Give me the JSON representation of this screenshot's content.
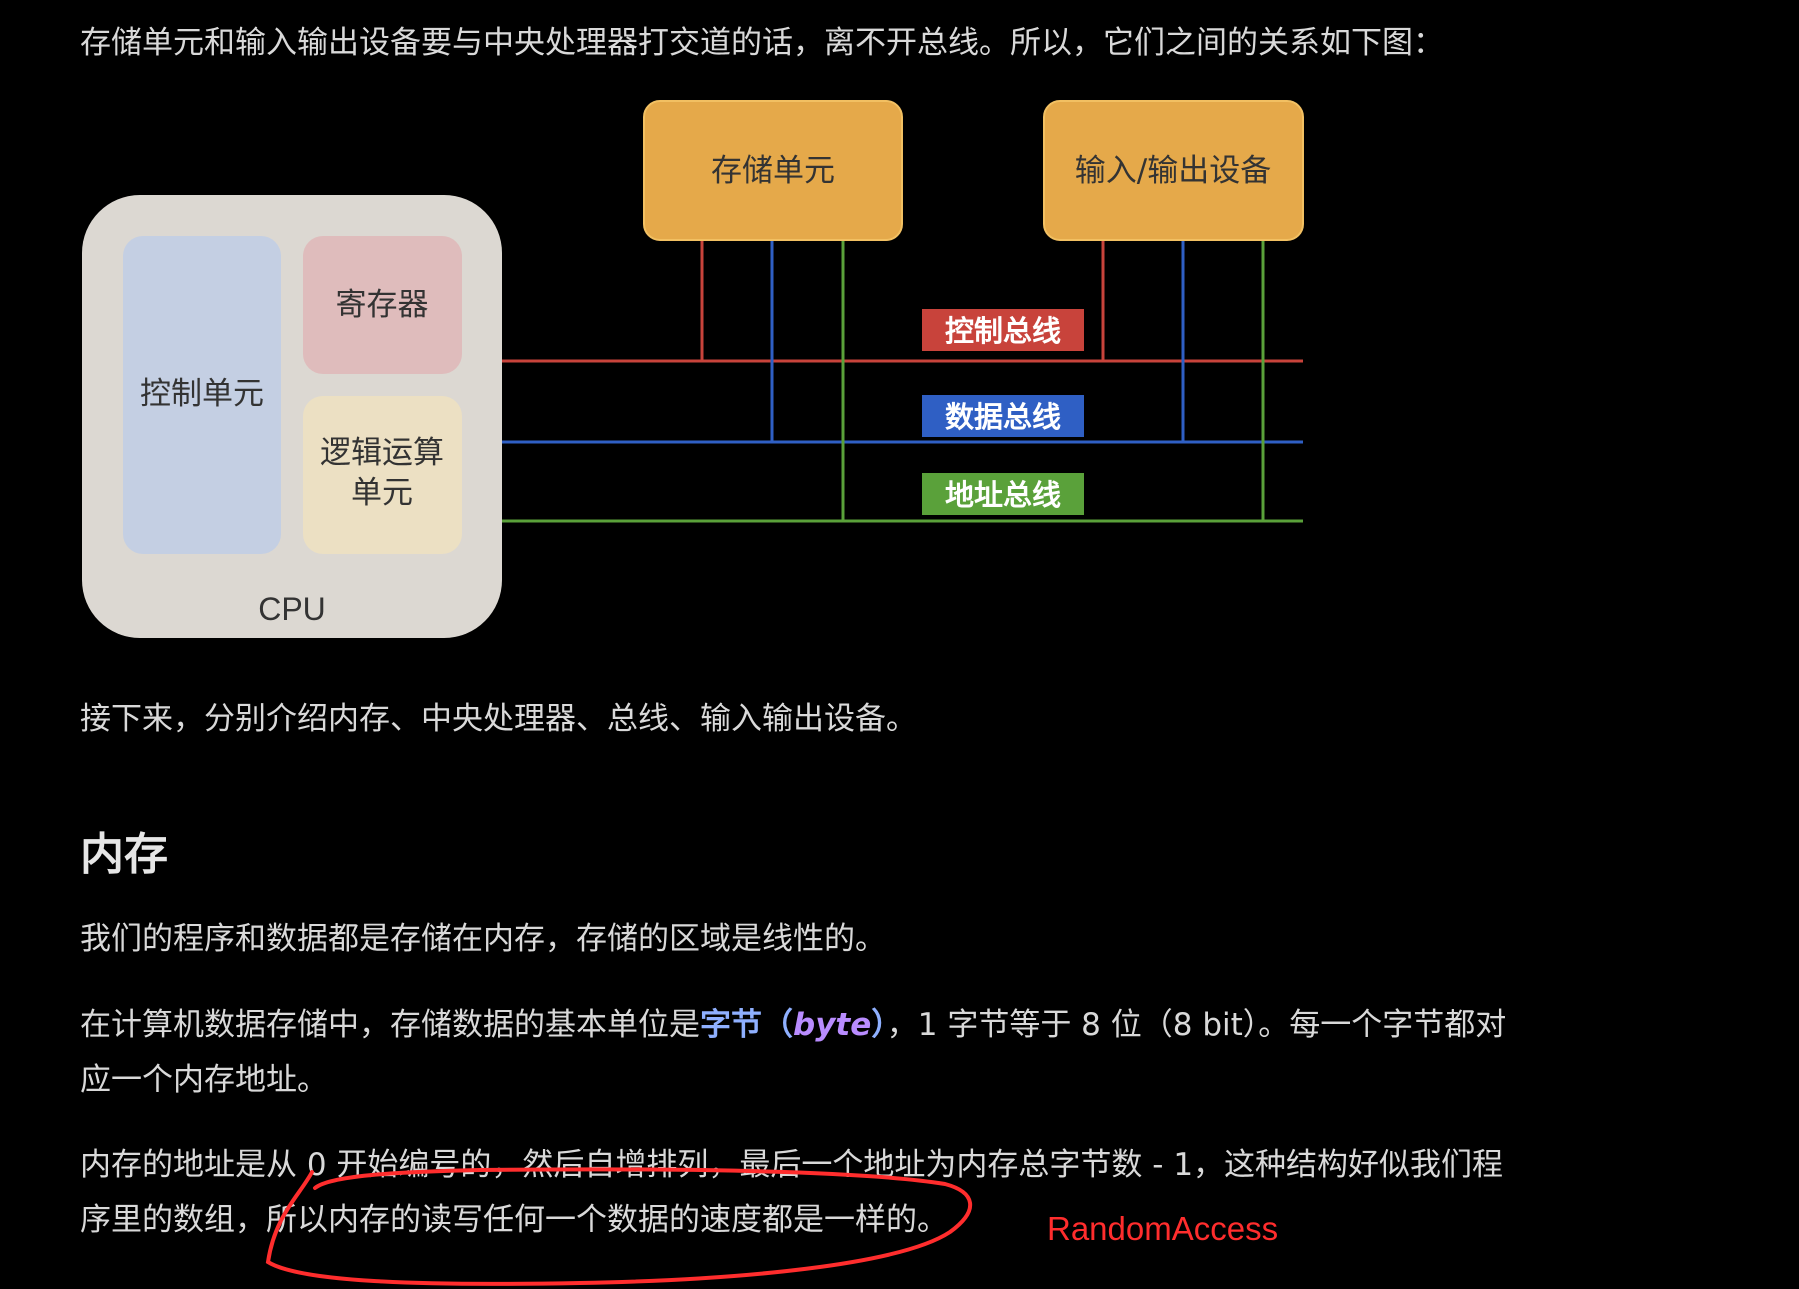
{
  "intro": {
    "text": "存储单元和输入输出设备要与中央处理器打交道的话，离不开总线。所以，它们之间的关系如下图："
  },
  "diagram": {
    "cpu_label": "CPU",
    "control_unit": "控制单元",
    "register": "寄存器",
    "alu_line1": "逻辑运算",
    "alu_line2": "单元",
    "storage_unit": "存储单元",
    "io_device": "输入/输出设备",
    "control_bus": "控制总线",
    "data_bus": "数据总线",
    "address_bus": "地址总线",
    "colors": {
      "cpu_body": "#dcd8d2",
      "control_unit_fill": "#c4cfe3",
      "register_fill": "#dfbcbc",
      "alu_fill": "#ece0c3",
      "device_fill": "#e5a94a",
      "control_bus": "#c8433b",
      "data_bus": "#2f5fc4",
      "address_bus": "#5aa13a"
    }
  },
  "next": {
    "text": "接下来，分别介绍内存、中央处理器、总线、输入输出设备。"
  },
  "section": {
    "title": "内存"
  },
  "p1": {
    "text": "我们的程序和数据都是存储在内存，存储的区域是线性的。"
  },
  "p2": {
    "before": "在计算机数据存储中，存储数据的基本单位是",
    "bold": "字节",
    "paren_open": "（",
    "italic": "byte",
    "paren_close": "）",
    "after": "，1 字节等于 8 位（8 bit）。每一个字节都对",
    "line2": "应一个内存地址。"
  },
  "p3": {
    "line1": "内存的地址是从 0 开始编号的，然后自增排列，最后一个地址为内存总字节数 - 1，这种结构好似我们程",
    "line2": "序里的数组，所以内存的读写任何一个数据的速度都是一样的。"
  },
  "annotation": {
    "text": "RandomAccess",
    "color": "#ff2d2d"
  }
}
